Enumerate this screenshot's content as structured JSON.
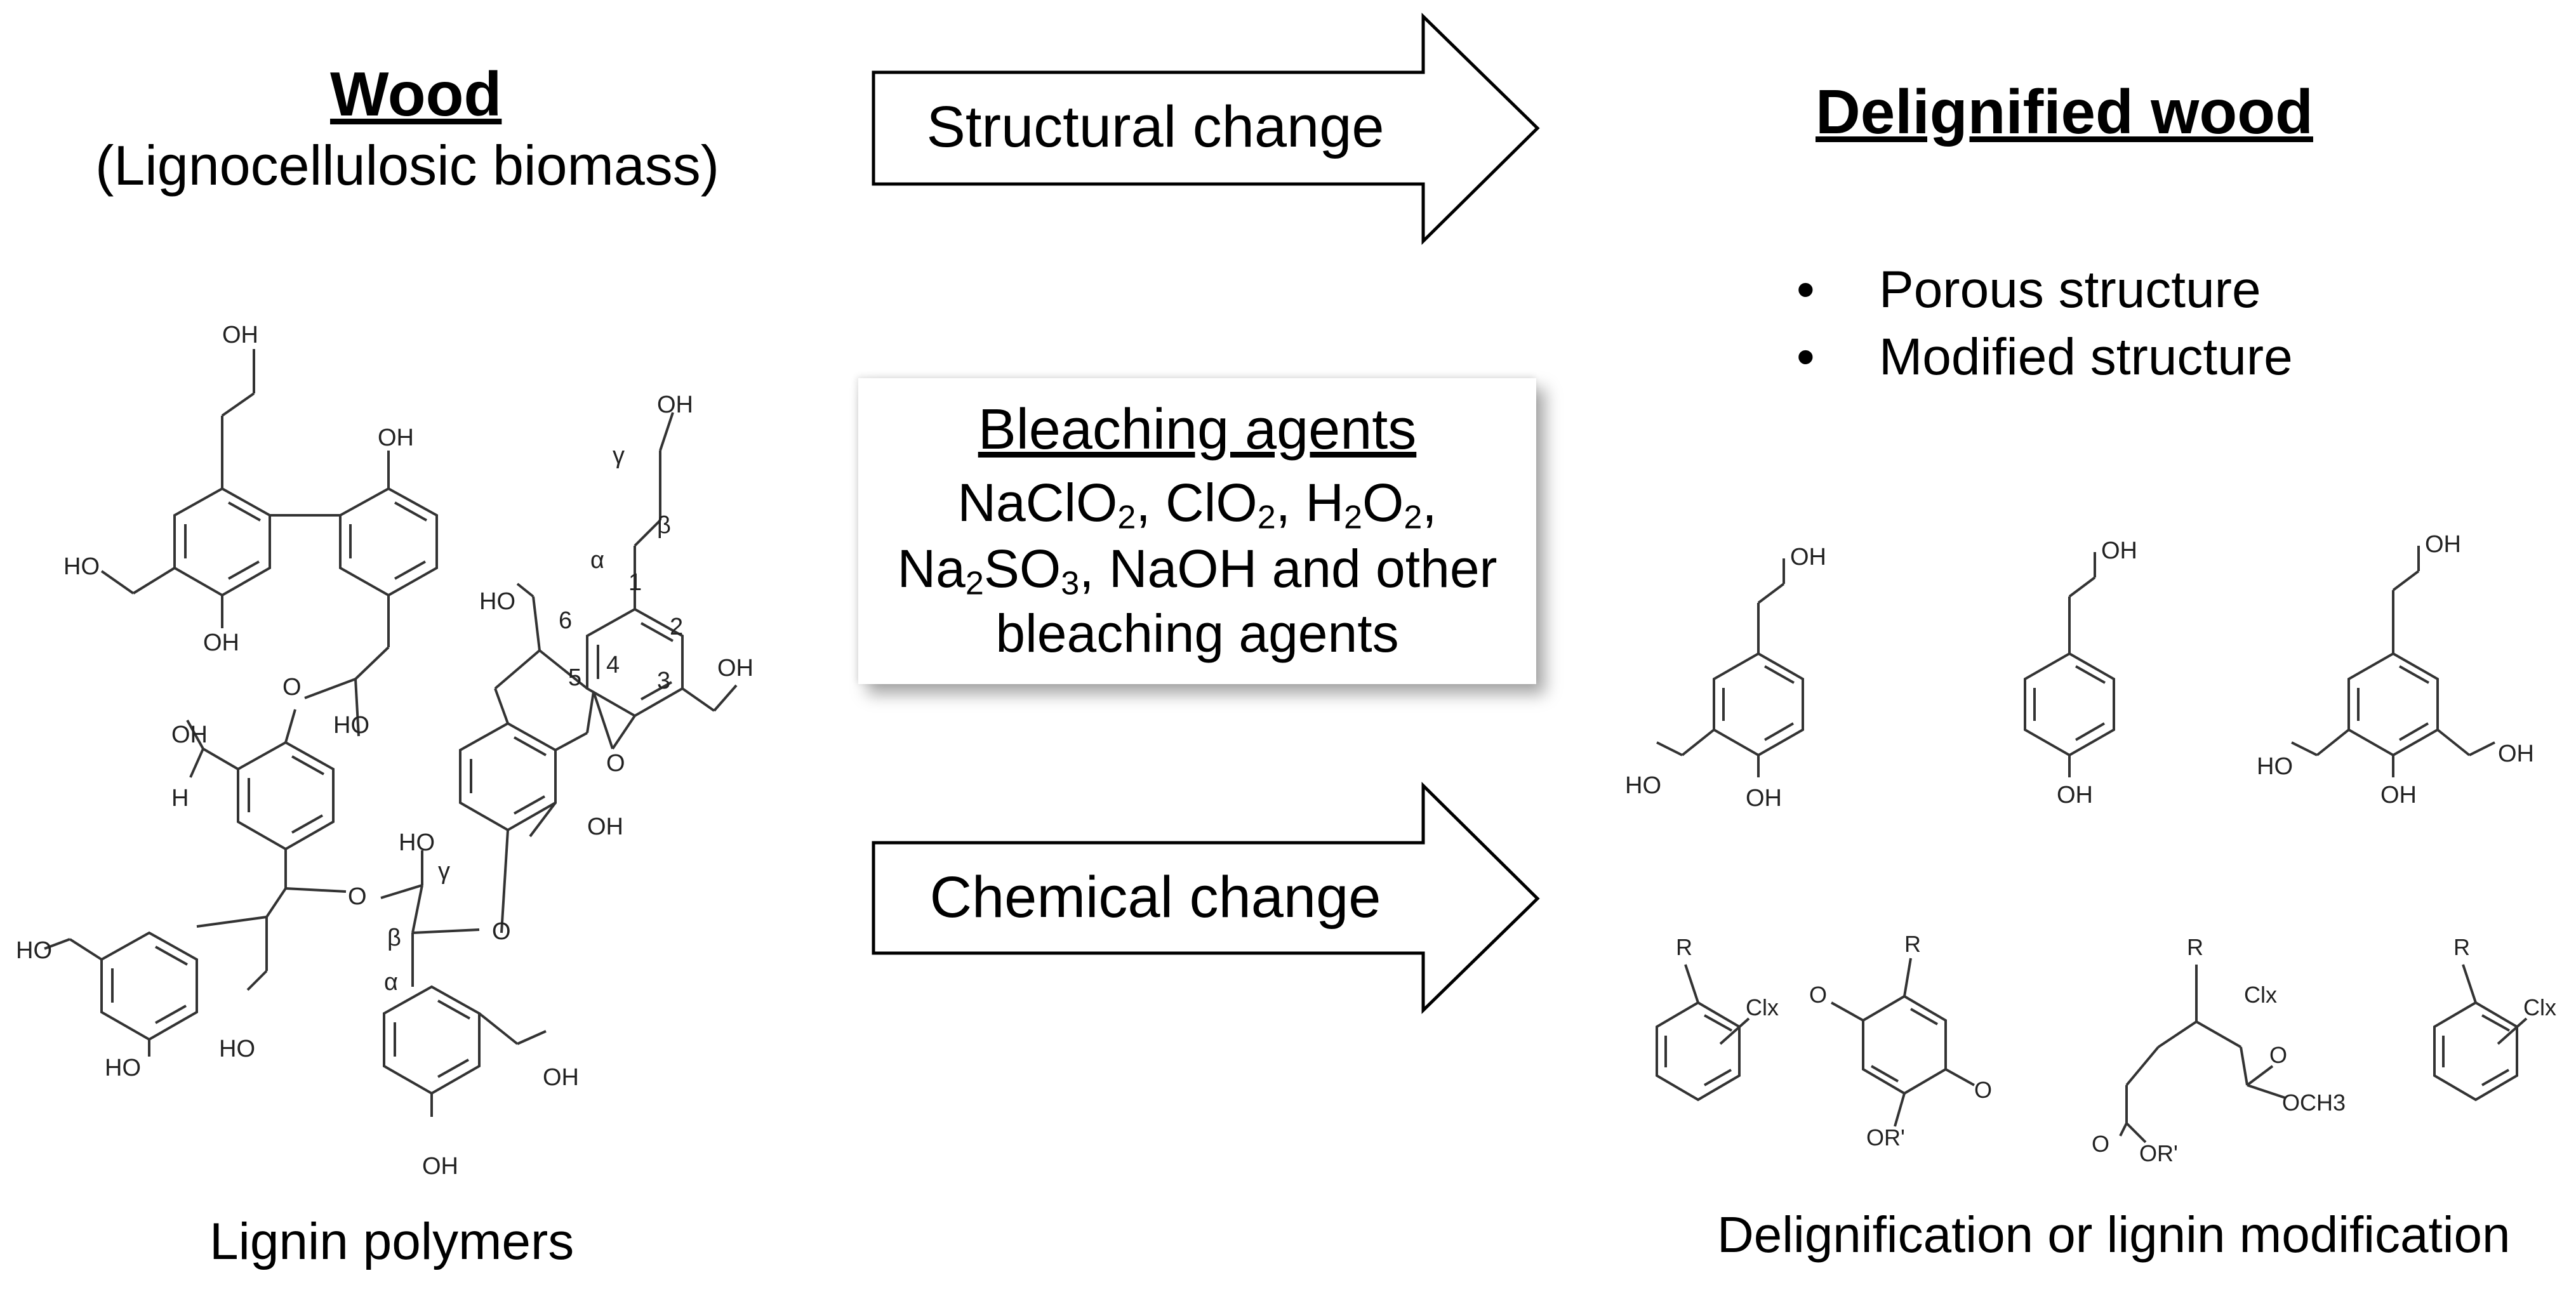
{
  "left": {
    "title": "Wood",
    "subtitle": "(Lignocellulosic biomass)",
    "caption": "Lignin polymers"
  },
  "right": {
    "title": "Delignified wood",
    "bullets": [
      "Porous structure",
      "Modified structure"
    ],
    "caption": "Delignification or lignin modification"
  },
  "arrows": {
    "top_label": "Structural change",
    "bottom_label": "Chemical change"
  },
  "bleaching": {
    "title": "Bleaching agents",
    "line1": [
      "NaClO",
      "2",
      ", ClO",
      "2",
      ", H",
      "2",
      "O",
      "2",
      ","
    ],
    "line2": [
      "Na",
      "2",
      "SO",
      "3",
      ", NaOH and other"
    ],
    "line3": "bleaching agents"
  },
  "structure_labels": {
    "oh": "OH",
    "ho": "HO",
    "h": "H",
    "o": "O",
    "alpha": "α",
    "beta": "β",
    "gamma": "γ",
    "r": "R",
    "r_prime_ether": "OR'",
    "clx": "Clx",
    "och3": "OCH3",
    "positions": [
      "1",
      "2",
      "3",
      "4",
      "5",
      "6"
    ]
  }
}
